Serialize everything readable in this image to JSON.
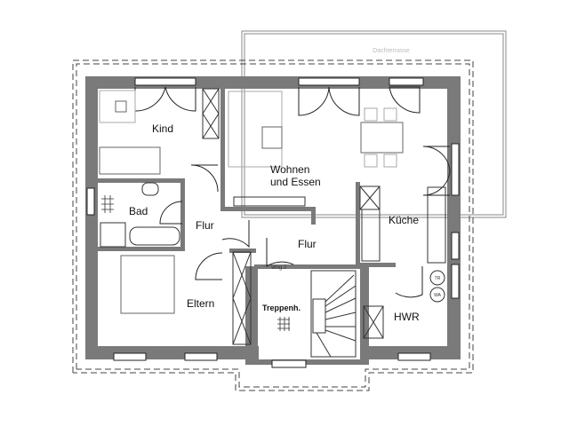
{
  "plan": {
    "terrace_label": "Dachterrasse",
    "rooms": {
      "kind": "Kind",
      "bad": "Bad",
      "flur_left": "Flur",
      "flur_right": "Flur",
      "wohnen_line1": "Wohnen",
      "wohnen_line2": "und  Essen",
      "kueche": "Küche",
      "eltern": "Eltern",
      "treppenhaus": "Treppenh.",
      "hwr": "HWR"
    },
    "unit_label": "Wng.2",
    "appliances": {
      "dryer": "TR",
      "washer": "WA"
    },
    "colors": {
      "wall": "#7a7a7a",
      "line": "#222222",
      "furniture": "#aaaaaa",
      "terrace": "#888888"
    }
  }
}
